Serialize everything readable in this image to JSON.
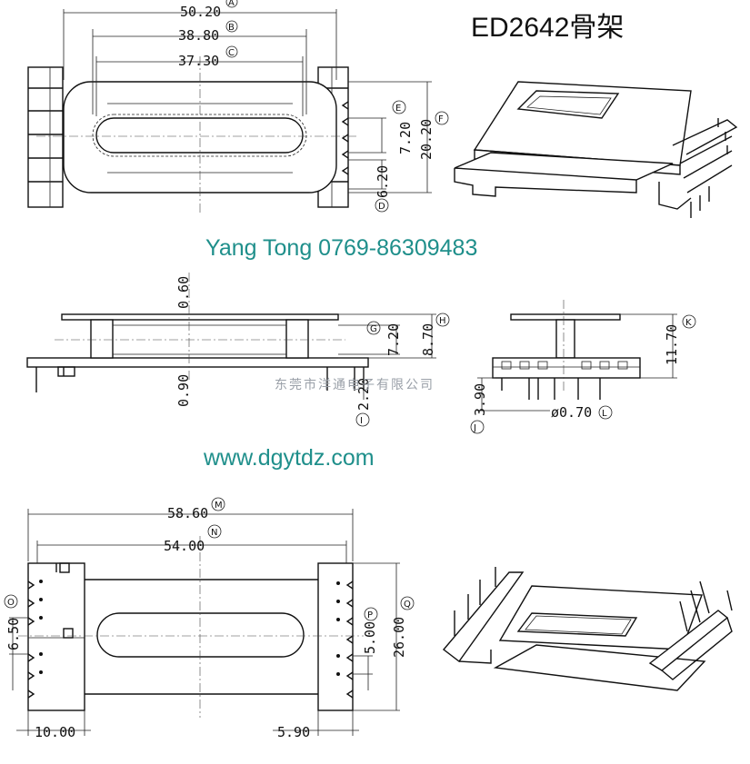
{
  "title": "ED2642骨架",
  "watermark": {
    "phone": "Yang Tong 0769-86309483",
    "company": "东莞市洋通电子有限公司",
    "url": "www.dgytdz.com"
  },
  "top_view": {
    "dims": [
      {
        "value": "50.20",
        "ref": "A"
      },
      {
        "value": "38.80",
        "ref": "B"
      },
      {
        "value": "37.30",
        "ref": "C"
      },
      {
        "value": "",
        "ref": "D"
      },
      {
        "value": "",
        "ref": "E"
      },
      {
        "value": "",
        "ref": "F"
      },
      {
        "value": "7.20"
      },
      {
        "value": "20.20"
      },
      {
        "value": "6.20"
      }
    ]
  },
  "side_view": {
    "dims": [
      {
        "value": "0.60"
      },
      {
        "value": "0.90"
      },
      {
        "value": "7.20",
        "ref": "G"
      },
      {
        "value": "8.70",
        "ref": "H"
      },
      {
        "value": "2.20",
        "ref": "I"
      }
    ]
  },
  "end_view": {
    "dims": [
      {
        "value": "11.70",
        "ref": "K"
      },
      {
        "value": "3.90",
        "ref": "J"
      },
      {
        "value": "ø0.70",
        "ref": "L"
      }
    ]
  },
  "bottom_view": {
    "dims": [
      {
        "value": "58.60",
        "ref": "M"
      },
      {
        "value": "54.00",
        "ref": "N"
      },
      {
        "value": "6.50",
        "ref": "O"
      },
      {
        "value": "5.00",
        "ref": "P"
      },
      {
        "value": "26.00",
        "ref": "Q"
      },
      {
        "value": "10.00"
      },
      {
        "value": "5.90"
      }
    ]
  }
}
